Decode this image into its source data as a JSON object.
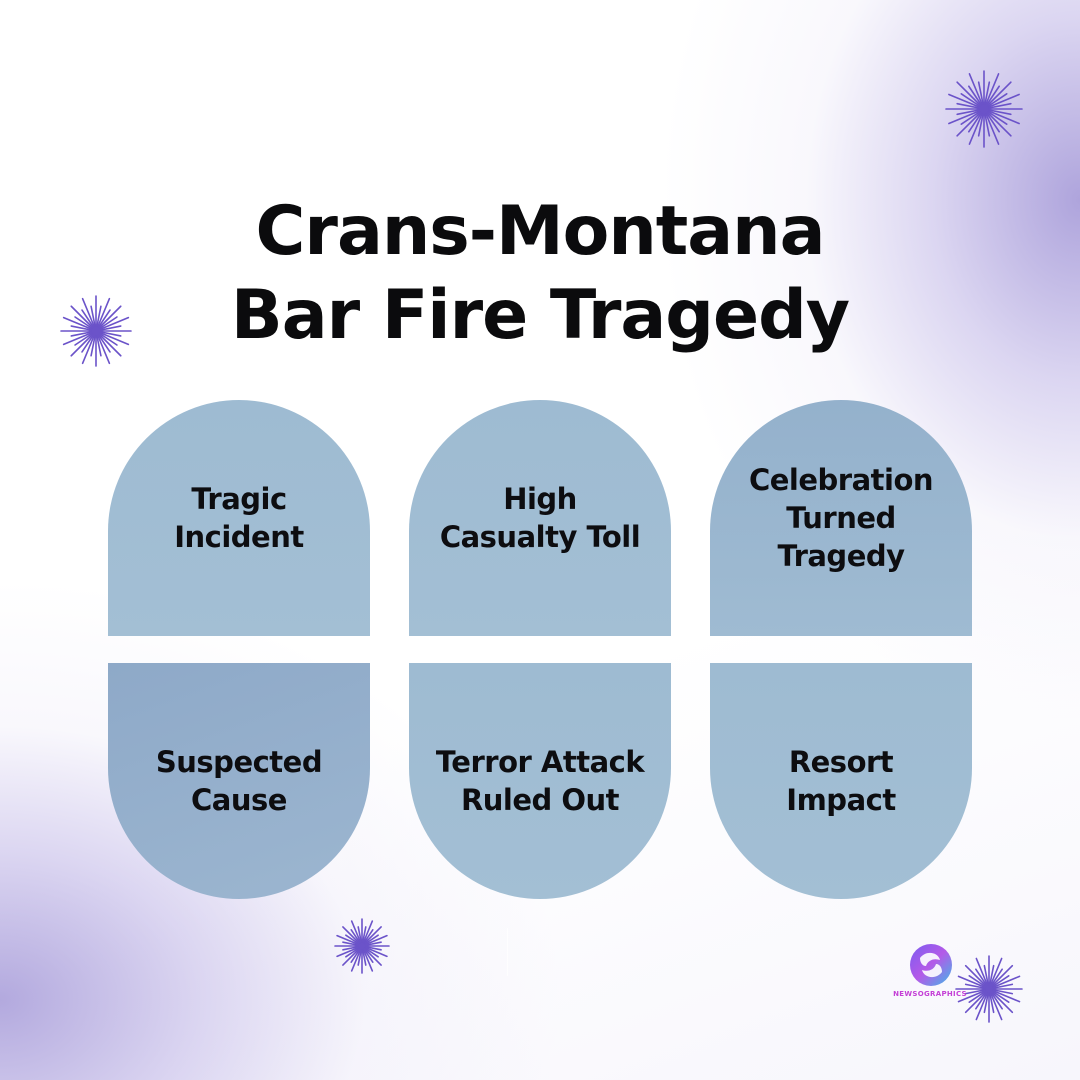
{
  "title": {
    "line1": "Crans-Montana",
    "line2": "Bar Fire Tragedy"
  },
  "tiles": [
    {
      "label": "Tragic\nIncident"
    },
    {
      "label": "High\nCasualty Toll"
    },
    {
      "label": "Celebration\nTurned\nTragedy"
    },
    {
      "label": "Suspected\nCause"
    },
    {
      "label": "Terror Attack\nRuled Out"
    },
    {
      "label": "Resort\nImpact"
    }
  ],
  "logo": {
    "text": "NEWSOGRAPHICS"
  },
  "colors": {
    "tile": "#a0bcd2",
    "accent_purple": "#6b53c9",
    "background_glow": "#a094d6",
    "text": "#0b0b0d"
  },
  "icons": [
    "starburst-icon",
    "newsographics-logo-icon"
  ]
}
